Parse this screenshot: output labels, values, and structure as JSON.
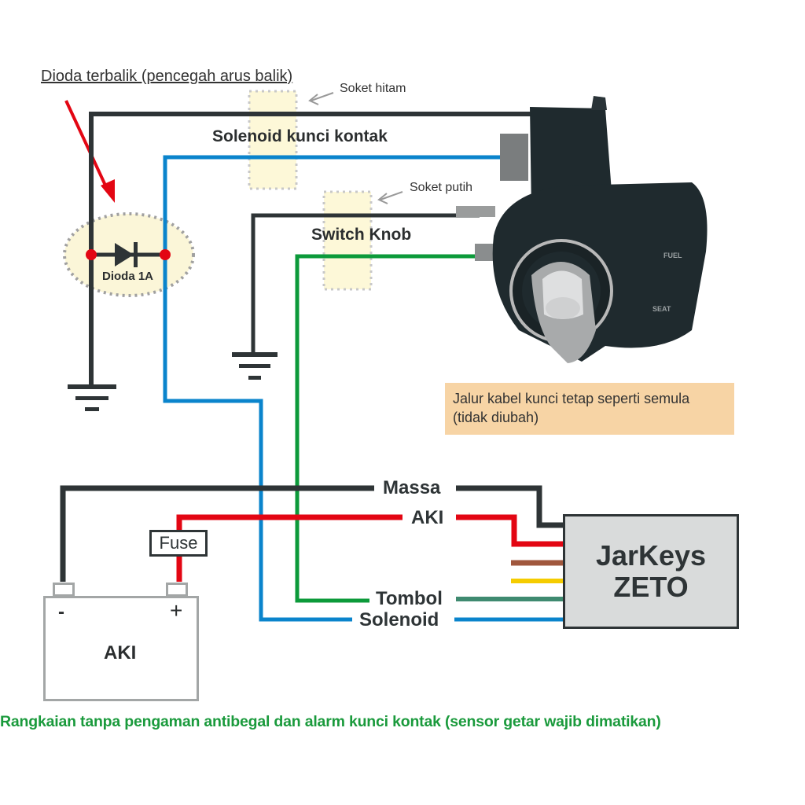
{
  "annotations": {
    "reverse_diode_note": "Dioda terbalik (pencegah arus balik)",
    "black_socket": "Soket hitam",
    "white_socket": "Soket putih",
    "diode_label": "Dioda 1A",
    "solenoid_label": "Solenoid kunci kontak",
    "switch_knob_label": "Switch Knob",
    "note_line1": "Jalur kabel kunci tetap seperti semula",
    "note_line2": "(tidak diubah)"
  },
  "wires": {
    "massa": "Massa",
    "aki": "AKI",
    "tombol": "Tombol",
    "solenoid": "Solenoid"
  },
  "module": {
    "line1": "JarKeys",
    "line2": "ZETO"
  },
  "fuse": "Fuse",
  "battery": {
    "label": "AKI",
    "neg": "-",
    "pos": "+"
  },
  "colors": {
    "black_wire": "#2e3436",
    "blue_wire": "#0a84cc",
    "green_wire": "#0c9a3a",
    "red_wire": "#e30613",
    "brown_wire": "#a0573d",
    "yellow_wire": "#f5cc00",
    "teal_wire": "#3f8a70"
  },
  "footer": "Rangkaian tanpa pengaman antibegal dan alarm kunci kontak (sensor getar wajib dimatikan)"
}
